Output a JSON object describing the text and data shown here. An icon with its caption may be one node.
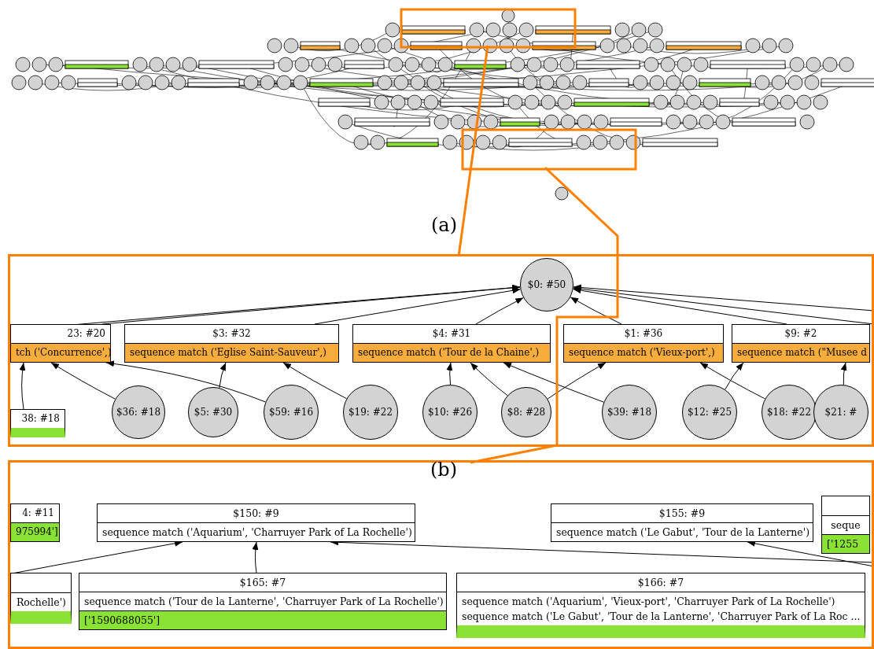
{
  "diagram": {
    "nodes": [
      {
        "text": [],
        "shape": "picture",
        "beside": [
          "(a)"
        ]
      },
      {
        "text": [],
        "shape": "box"
      },
      {
        "text": [],
        "shape": "box"
      },
      {
        "text": [
          "$0: #50"
        ],
        "in": 1
      },
      {
        "text": [
          "23: #20",
          "tch ('Concurrence',)"
        ],
        "in": 1
      },
      {
        "text": [
          "$3: #32",
          "sequence match ('Eglise Saint-Sauveur',)"
        ],
        "in": 1
      },
      {
        "text": [
          "$4: #31",
          "sequence match ('Tour de la Chaine',)"
        ],
        "in": 1
      },
      {
        "text": [
          "$1: #36",
          "sequence match ('Vieux-port',)"
        ],
        "in": 1
      },
      {
        "text": [
          "$9: #2",
          "sequence match (\"Musee d"
        ],
        "in": 1
      },
      {
        "text": [
          "38: #18"
        ],
        "in": 1
      },
      {
        "text": [
          "$36: #18"
        ],
        "in": 1
      },
      {
        "text": [
          "$5: #30"
        ],
        "in": 1
      },
      {
        "text": [
          "$59: #16"
        ],
        "in": 1
      },
      {
        "text": [
          "$19: #22"
        ],
        "in": 1
      },
      {
        "text": [
          "$10: #26"
        ],
        "in": 1
      },
      {
        "text": [
          "$8: #28"
        ],
        "in": 1
      },
      {
        "text": [
          "$39: #18"
        ],
        "in": 1
      },
      {
        "text": [
          "$12: #25"
        ],
        "in": 1
      },
      {
        "text": [
          "$18: #22"
        ],
        "in": 1
      },
      {
        "text": [
          "$21: #"
        ],
        "in": 1
      },
      {
        "text": [
          "4: #11",
          "975994']"
        ],
        "in": 2
      },
      {
        "text": [
          "$150: #9",
          "sequence match ('Aquarium', 'Charruyer Park of La Rochelle')"
        ],
        "in": 2
      },
      {
        "text": [
          "$155: #9",
          "sequence match ('Le Gabut', 'Tour de la Lanterne')"
        ],
        "in": 2
      },
      {
        "text": [
          "seque",
          "['1255"
        ],
        "in": 2
      },
      {
        "text": [
          "Rochelle')"
        ],
        "in": 2
      },
      {
        "text": [
          "$165: #7",
          "sequence match ('Tour de la Lanterne', 'Charruyer Park of La Rochelle')",
          "['1590688055']"
        ],
        "in": 2
      },
      {
        "text": [
          "$166: #7",
          "sequence match ('Aquarium', 'Vieux-port', 'Charruyer Park of La Rochelle')",
          "sequence match ('Le Gabut', 'Tour de la Lanterne', 'Charruyer Park of La Roc ..."
        ],
        "in": 2
      }
    ],
    "edges": [
      {
        "from": 4,
        "to": 3,
        "arrow": "to"
      },
      {
        "from": 5,
        "to": 3,
        "arrow": "to"
      },
      {
        "from": 6,
        "to": 3,
        "arrow": "to"
      },
      {
        "from": 7,
        "to": 3,
        "arrow": "to"
      },
      {
        "from": 8,
        "to": 3,
        "arrow": "to"
      },
      {
        "from": null,
        "to": 3,
        "arrow": "to"
      },
      {
        "from": null,
        "to": 3,
        "arrow": "to"
      },
      {
        "from": null,
        "to": 3,
        "arrow": "to"
      },
      {
        "from": 9,
        "to": 4,
        "arrow": "to"
      },
      {
        "from": 10,
        "to": 4,
        "arrow": "to"
      },
      {
        "from": 11,
        "to": 5,
        "arrow": "to"
      },
      {
        "from": 13,
        "to": 5,
        "arrow": "to"
      },
      {
        "from": 14,
        "to": 6,
        "arrow": "to"
      },
      {
        "from": 15,
        "to": 6,
        "arrow": "to"
      },
      {
        "from": 16,
        "to": 6,
        "arrow": "to"
      },
      {
        "from": 15,
        "to": 7,
        "arrow": "to"
      },
      {
        "from": 18,
        "to": 7,
        "arrow": "to"
      },
      {
        "from": 19,
        "to": 8,
        "arrow": "to"
      },
      {
        "from": 12,
        "to": 4,
        "arrow": "to"
      },
      {
        "from": 17,
        "to": 8,
        "arrow": "to"
      },
      {
        "from": 25,
        "to": 21,
        "arrow": "to"
      },
      {
        "from": null,
        "to": 21,
        "arrow": "to"
      },
      {
        "from": null,
        "to": 21,
        "arrow": "to"
      },
      {
        "from": null,
        "to": 22,
        "arrow": "to"
      },
      {
        "from": 0,
        "to": 1,
        "arrow": "none",
        "style": "thick",
        "color": "#ff8000"
      },
      {
        "from": 0,
        "to": 2,
        "arrow": "none",
        "style": "thick",
        "color": "#ff8000"
      }
    ],
    "labels": [
      "(b)"
    ]
  }
}
